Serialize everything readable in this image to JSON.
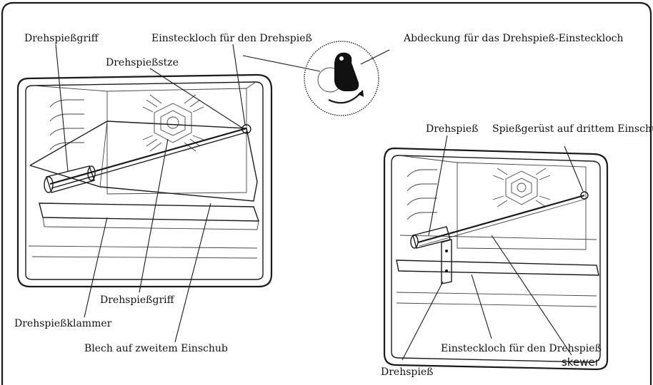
{
  "labels": {
    "rotisserie_handle_top": "Drehspießgriff",
    "insert_hole_top": "Einsteckloch für den Drehspieß",
    "cover_insert_hole": "Abdeckung für das Drehspieß-Einsteckloch",
    "rotisserie_tip": "Drehspießstze",
    "rotisserie_handle_bottom": "Drehspießgriff",
    "rotisserie_clamp": "Drehspießklammer",
    "tray_second_rack": "Blech auf zweitem Einschub",
    "rotisserie_right_top": "Drehspieß",
    "skewer_frame_third_rack": "Spießgerüst auf drittem Einschub",
    "insert_hole_right": "Einsteckloch für den Drehspieß",
    "skewer": "skewer",
    "rotisserie_right_bottom": "Drehspieß"
  },
  "colors": {
    "line": "#1a1a1a",
    "fill": "#111111",
    "background": "#ffffff"
  }
}
